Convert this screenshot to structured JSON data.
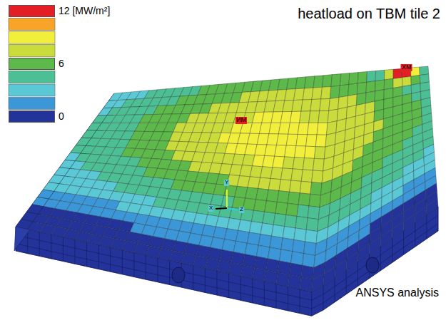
{
  "diagram": {
    "title": "heatload on TBM tile 2",
    "caption": "ANSYS analysis",
    "labels": [
      "MX",
      "MN",
      "Y",
      "X",
      "Z"
    ],
    "legend": [
      {
        "text": "12 [MW/m²]",
        "color": "#e31e24"
      },
      {
        "text": "6",
        "color": "#5db94a"
      },
      {
        "text": "0",
        "color": "#23339a"
      }
    ]
  }
}
